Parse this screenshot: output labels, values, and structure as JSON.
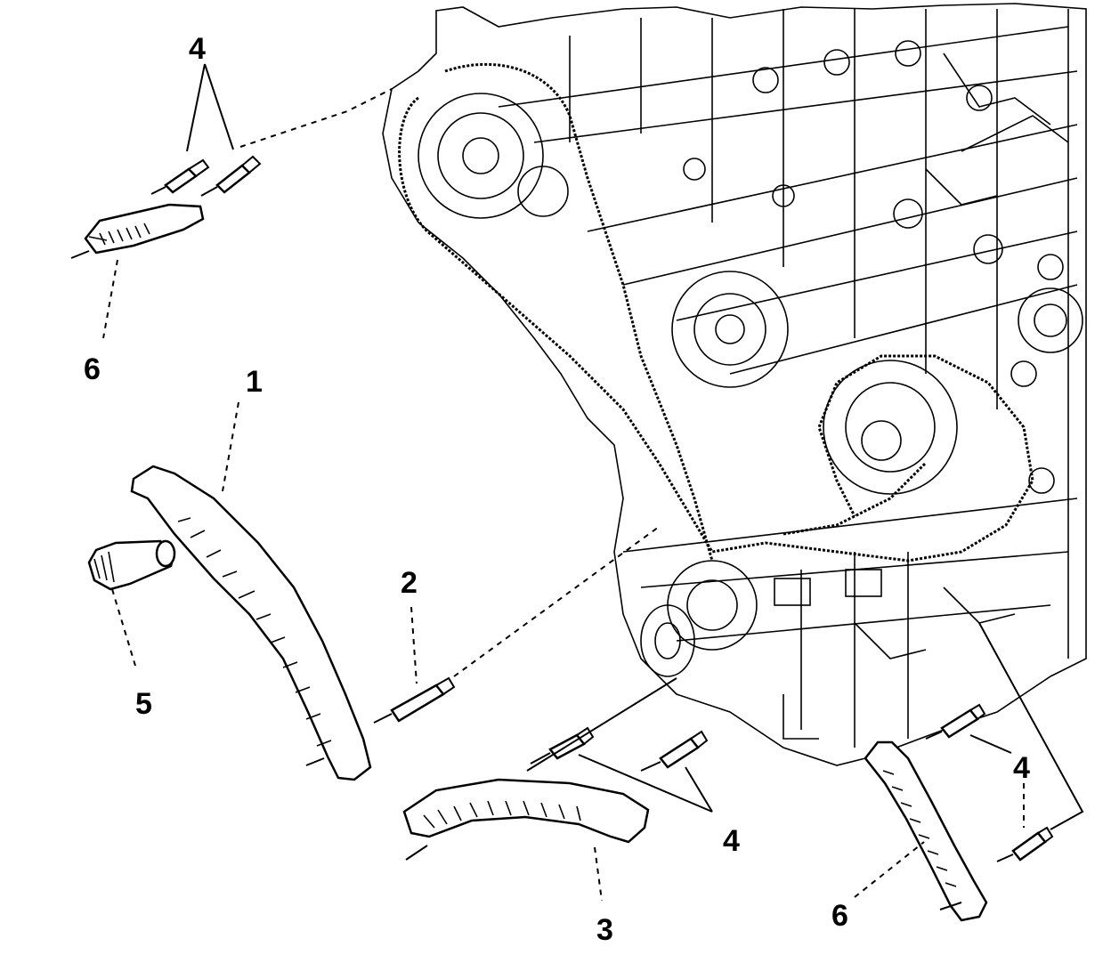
{
  "labels": {
    "guide_1": "1",
    "bolt_2": "2",
    "guide_3": "3",
    "bolt_4_top": "4",
    "bolt_4_bottom": "4",
    "bolt_4_right": "4",
    "tensioner_5": "5",
    "guide_6_top": "6",
    "guide_6_bottom": "6"
  }
}
